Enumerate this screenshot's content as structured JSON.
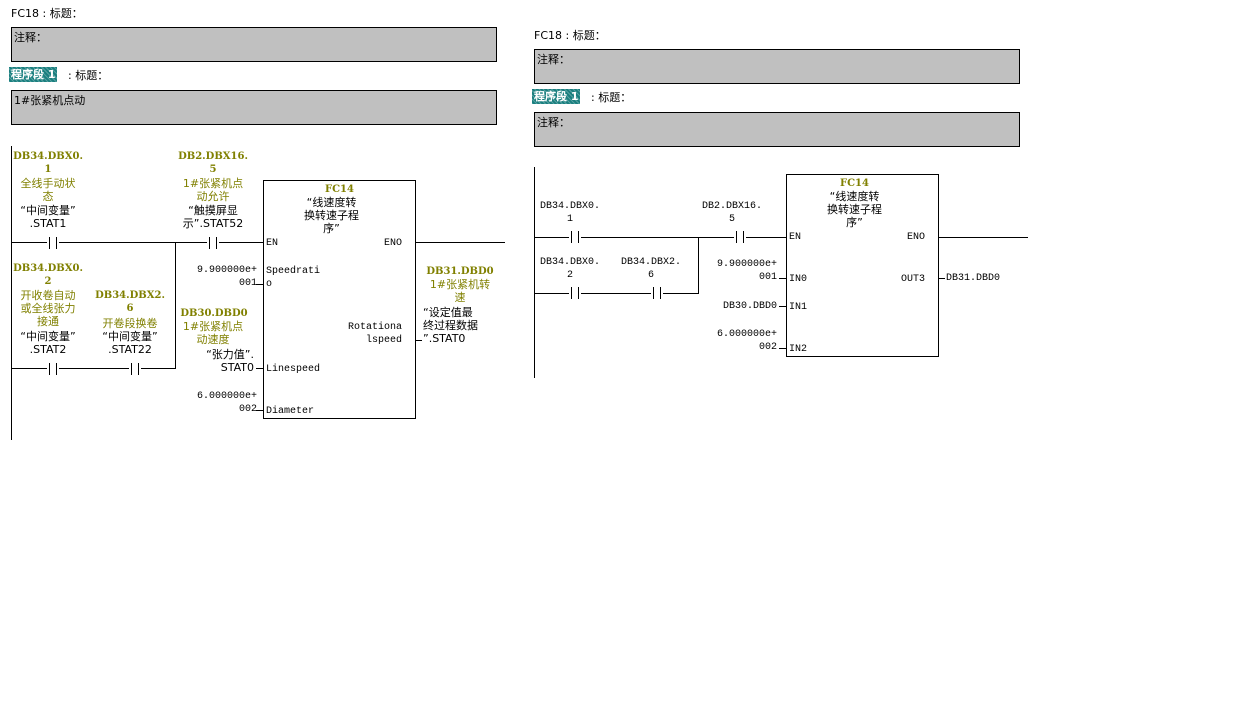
{
  "left_panel": {
    "block_title": "FC18 : 标题：",
    "block_comment": "注释：",
    "network_badge": "程序段 1",
    "network_title": ": 标题：",
    "network_comment": "1#张紧机点动",
    "contacts": [
      {
        "address": "DB34.DBX0.\n1",
        "comment": "全线手动状\n态",
        "symbol": "“中间变量”\n.STAT1"
      },
      {
        "address": "DB2.DBX16.\n5",
        "comment": "1#张紧机点\n动允许",
        "symbol": "“触摸屏显\n示”.STAT52"
      },
      {
        "address": "DB34.DBX0.\n2",
        "comment": "开收卷自动\n或全线张力\n接通",
        "symbol": "“中间变量”\n.STAT2"
      },
      {
        "address": "DB34.DBX2.\n6",
        "comment": "开卷段换卷",
        "symbol": "“中间变量”\n.STAT22"
      }
    ],
    "block": {
      "name": "FC14",
      "symbol": "“线速度转\n换转速子程\n序”",
      "pins": {
        "en": "EN",
        "eno": "ENO",
        "in0": "Speedrati\no",
        "in1": "Linespeed",
        "in2": "Diameter",
        "out": "Rotationa\nlspeed"
      },
      "in0_value": "9.900000e+\n001",
      "in1_address": "DB30.DBD0",
      "in1_comment": "1#张紧机点\n动速度",
      "in1_symbol": "“张力值”.\nSTAT0",
      "in2_value": "6.000000e+\n002",
      "out_address": "DB31.DBD0",
      "out_comment": "1#张紧机转\n速",
      "out_symbol": "“设定值最\n终过程数据\n”.STAT0"
    }
  },
  "right_panel": {
    "block_title": "FC18 : 标题：",
    "block_comment": "注释：",
    "network_badge": "程序段 1",
    "network_title": ": 标题：",
    "network_comment": "注释：",
    "contacts": [
      {
        "address": "DB34.DBX0.\n1"
      },
      {
        "address": "DB2.DBX16.\n5"
      },
      {
        "address": "DB34.DBX0.\n2"
      },
      {
        "address": "DB34.DBX2.\n6"
      }
    ],
    "block": {
      "name": "FC14",
      "symbol": "“线速度转\n换转速子程\n序”",
      "pins": {
        "en": "EN",
        "eno": "ENO",
        "in0": "IN0",
        "in1": "IN1",
        "in2": "IN2",
        "out": "OUT3"
      },
      "in0_value": "9.900000e+\n001",
      "in1_value": "DB30.DBD0",
      "in2_value": "6.000000e+\n002",
      "out_value": "DB31.DBD0"
    }
  }
}
